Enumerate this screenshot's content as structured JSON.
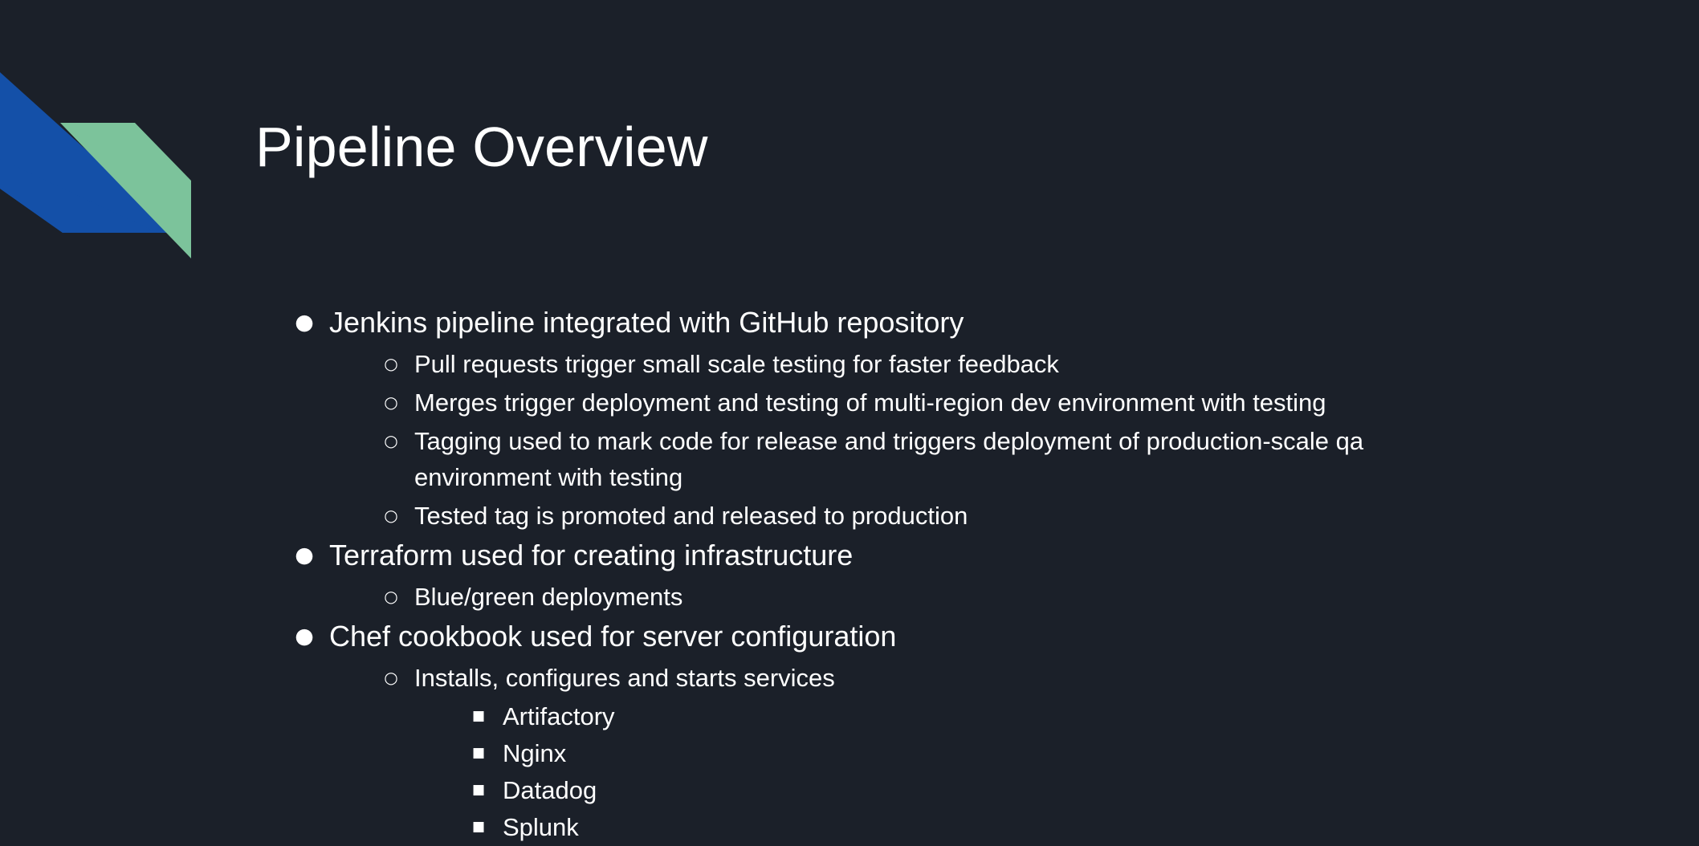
{
  "slide": {
    "title": "Pipeline Overview",
    "background_color": "#1b2029",
    "text_color": "#ffffff"
  },
  "logo": {
    "name": "corner-ribbon-logo",
    "blue_color": "#1450a8",
    "green_color": "#7cc39b"
  },
  "bullets": {
    "markers": {
      "level1": "●",
      "level2": "○",
      "level3": "■"
    },
    "items": [
      {
        "level": 1,
        "text": "Jenkins pipeline integrated with GitHub repository"
      },
      {
        "level": 2,
        "text": "Pull requests trigger small scale testing for faster feedback"
      },
      {
        "level": 2,
        "text": "Merges trigger deployment and testing of multi-region dev environment with testing"
      },
      {
        "level": 2,
        "text": "Tagging used to mark code for release and triggers deployment of production-scale qa environment with testing"
      },
      {
        "level": 2,
        "text": "Tested tag is promoted and released to production"
      },
      {
        "level": 1,
        "text": "Terraform used for creating infrastructure"
      },
      {
        "level": 2,
        "text": "Blue/green deployments"
      },
      {
        "level": 1,
        "text": "Chef cookbook used for server configuration"
      },
      {
        "level": 2,
        "text": "Installs, configures and starts services"
      },
      {
        "level": 3,
        "text": "Artifactory"
      },
      {
        "level": 3,
        "text": "Nginx"
      },
      {
        "level": 3,
        "text": "Datadog"
      },
      {
        "level": 3,
        "text": "Splunk"
      }
    ]
  }
}
